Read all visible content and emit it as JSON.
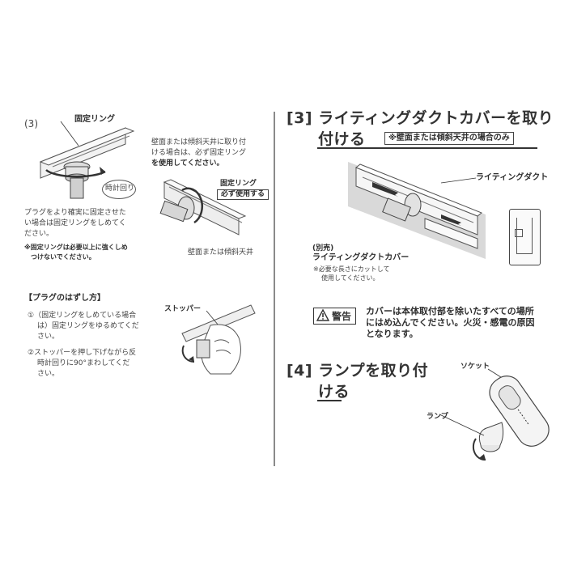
{
  "left": {
    "step_num": "(3)",
    "fig1_label": "固定リング",
    "fig1_rotation": "時計回り",
    "note_wall": [
      "壁面または傾斜天井に取り付",
      "ける場合は、必ず固定リング",
      "を使用してください。"
    ],
    "note_wall_bold_fragment": "必ず固定リング",
    "fig2_label1": "固定リング",
    "fig2_label2": "必ず使用する",
    "fig2_caption": "壁面または傾斜天井",
    "plug_text": [
      "プラグをより確実に固定させた",
      "い場合は固定リングをしめてく",
      "ださい。"
    ],
    "warning_note": [
      "※固定リングは必要以上に強くしめ",
      "つけないでください。"
    ],
    "removal_title": "【プラグのはずし方】",
    "removal_step1": [
      "①（固定リングをしめている場合",
      "は）固定リングをゆるめてくだ",
      "さい。"
    ],
    "removal_step2": [
      "②ストッパーを押し下げながら反",
      "時計回りに90°まわしてくだ",
      "さい。"
    ],
    "stopper_label": "ストッパー"
  },
  "right": {
    "step3_title_line1": "[3] ライティングダクトカバーを取り",
    "step3_title_line2": "付ける",
    "step3_badge": "※壁面または傾斜天井の場合のみ",
    "duct_label": "ライティングダクト",
    "cover_label1": "(別売)",
    "cover_label2": "ライティングダクトカバー",
    "cover_note": [
      "※必要な長さにカットして",
      "使用してください。"
    ],
    "warning_label": "警告",
    "warning_text": [
      "カバーは本体取付部を除いたすべての場所",
      "にはめ込んでください。火災・感電の原因",
      "となります。"
    ],
    "step4_title_line1": "[4] ランプを取り付",
    "step4_title_line2": "ける",
    "socket_label": "ソケット",
    "lamp_label": "ランプ"
  }
}
